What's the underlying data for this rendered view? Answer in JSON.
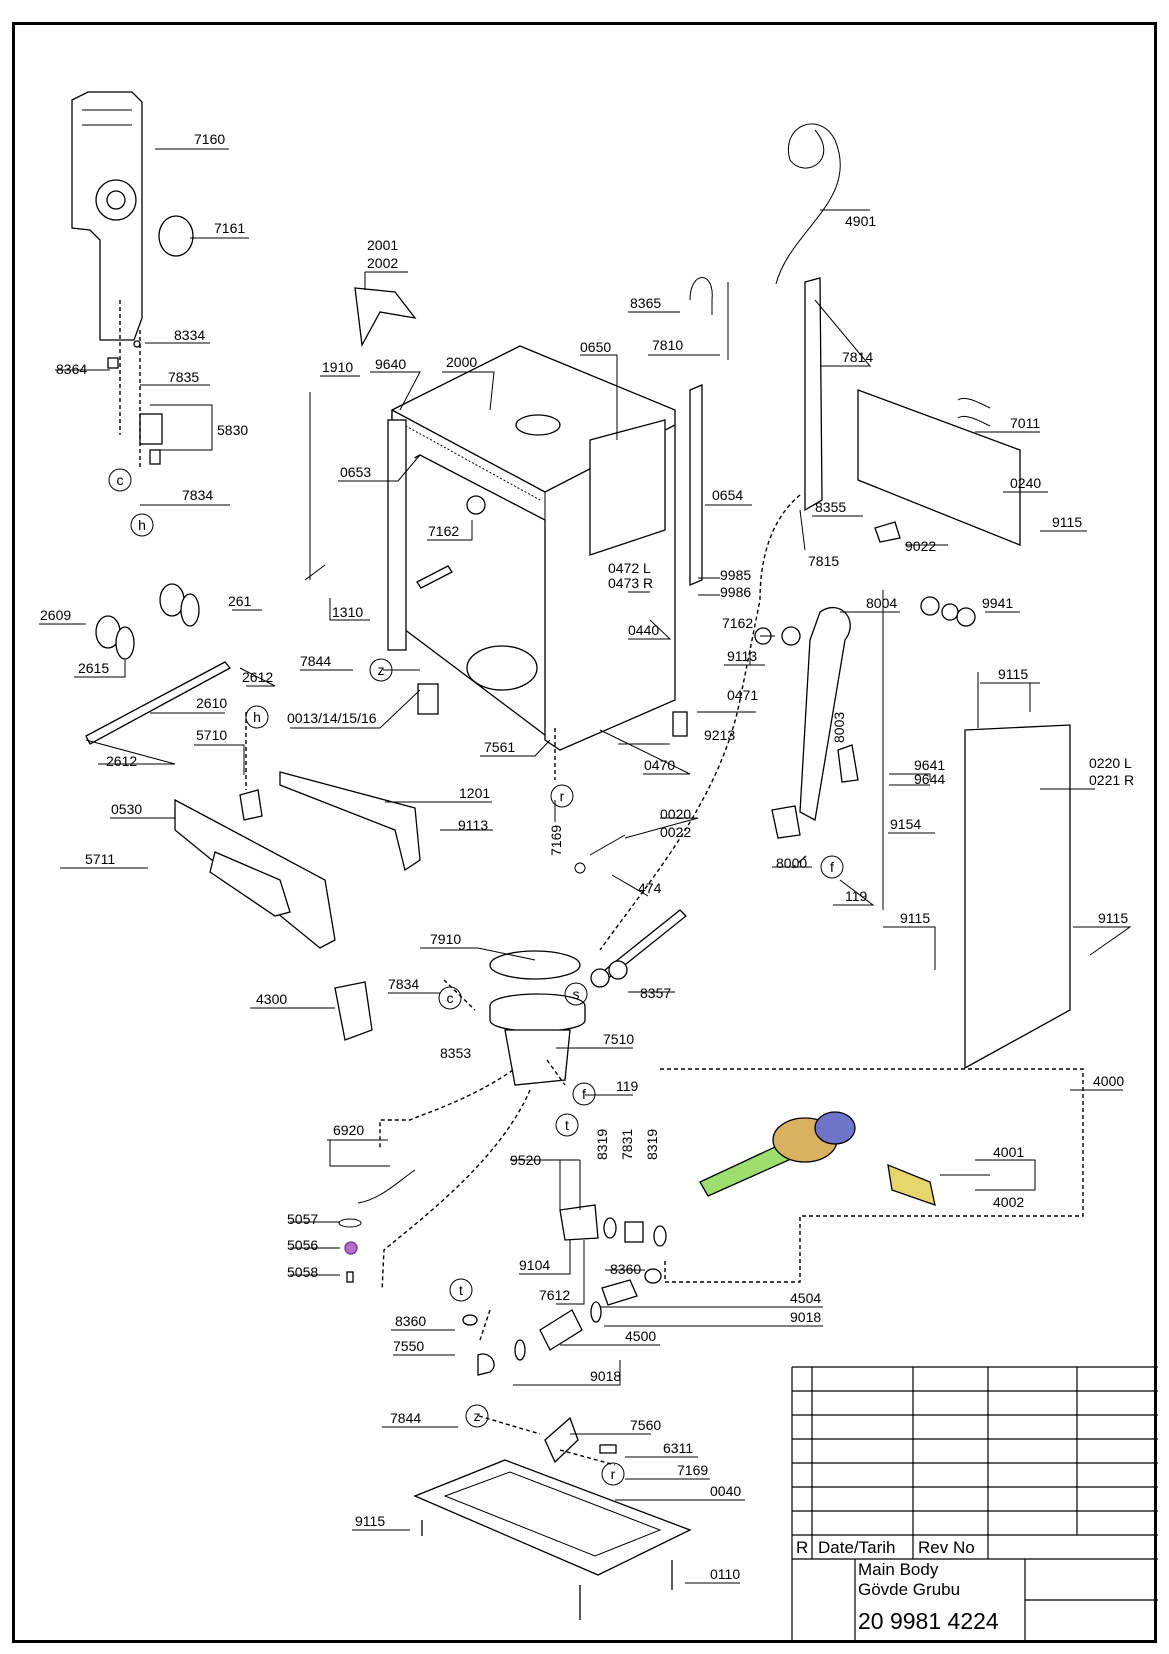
{
  "labels": {
    "l7160": "7160",
    "l7161": "7161",
    "l8334": "8334",
    "l8364": "8364",
    "l7835": "7835",
    "l5830": "5830",
    "l7834a": "7834",
    "l2001": "2001",
    "l2002": "2002",
    "l1910": "1910",
    "l9640": "9640",
    "l2000": "2000",
    "l0650": "0650",
    "l0653": "0653",
    "l7162a": "7162",
    "l0654": "0654",
    "l7810": "7810",
    "l8365": "8365",
    "l4901": "4901",
    "l7814": "7814",
    "l7011": "7011",
    "l0240": "0240",
    "l9115a": "9115",
    "l8355": "8355",
    "l7815": "7815",
    "l9022": "9022",
    "l9985": "9985",
    "l9986": "9986",
    "l0472": "0472 L",
    "l0473": "0473 R",
    "l2609": "2609",
    "l261": "261",
    "l1310": "1310",
    "l2615": "2615",
    "l2612a": "2612",
    "l2610": "2610",
    "l2612b": "2612",
    "l7844a": "7844",
    "l0440": "0440",
    "l7162b": "7162",
    "l9113a": "9113",
    "l8004": "8004",
    "l9941": "9941",
    "l9115b": "9115",
    "l0471": "0471",
    "l0013": "0013/14/15/16",
    "l5710": "5710",
    "l7561": "7561",
    "l9213": "9213",
    "l0470": "0470",
    "l8003": "8003",
    "l9641": "9641",
    "l9644": "9644",
    "l0220": "0220 L",
    "l0221": "0221 R",
    "l1201": "1201",
    "l0530": "0530",
    "l7169a": "7169",
    "l0020": "0020",
    "l0022": "0022",
    "l9113b": "9113",
    "l5711": "5711",
    "l9154": "9154",
    "l474": "474",
    "l8000": "8000",
    "l119a": "119",
    "l9115c": "9115",
    "l9115d": "9115",
    "l7910": "7910",
    "l7834b": "7834",
    "l4300": "4300",
    "l8357": "8357",
    "l8353": "8353",
    "l7510": "7510",
    "l119b": "119",
    "l4000": "4000",
    "l6920": "6920",
    "l9520": "9520",
    "l8319a": "8319",
    "l7831": "7831",
    "l8319b": "8319",
    "l4001": "4001",
    "l4002": "4002",
    "l5057": "5057",
    "l5056": "5056",
    "l5058": "5058",
    "l9104": "9104",
    "l8360a": "8360",
    "l7612": "7612",
    "l4504": "4504",
    "l8360b": "8360",
    "l9018a": "9018",
    "l7550": "7550",
    "l4500": "4500",
    "l9018b": "9018",
    "l7844b": "7844",
    "l7560": "7560",
    "l6311": "6311",
    "l7169b": "7169",
    "l0040": "0040",
    "l9115e": "9115",
    "l0110": "0110"
  },
  "circles": {
    "c1": "c",
    "h1": "h",
    "z1": "z",
    "h2": "h",
    "r1": "r",
    "f1": "f",
    "c2": "c",
    "s1": "s",
    "f2": "f",
    "t1": "t",
    "t2": "t",
    "z2": "z",
    "r2": "r"
  },
  "title_block": {
    "rev_col": "R",
    "date_label": "Date/Tarih",
    "revno_label": "Rev No",
    "title_en": "Main Body",
    "title_tr": "Gövde Grubu",
    "drawing_no": "20 9981 4224"
  }
}
